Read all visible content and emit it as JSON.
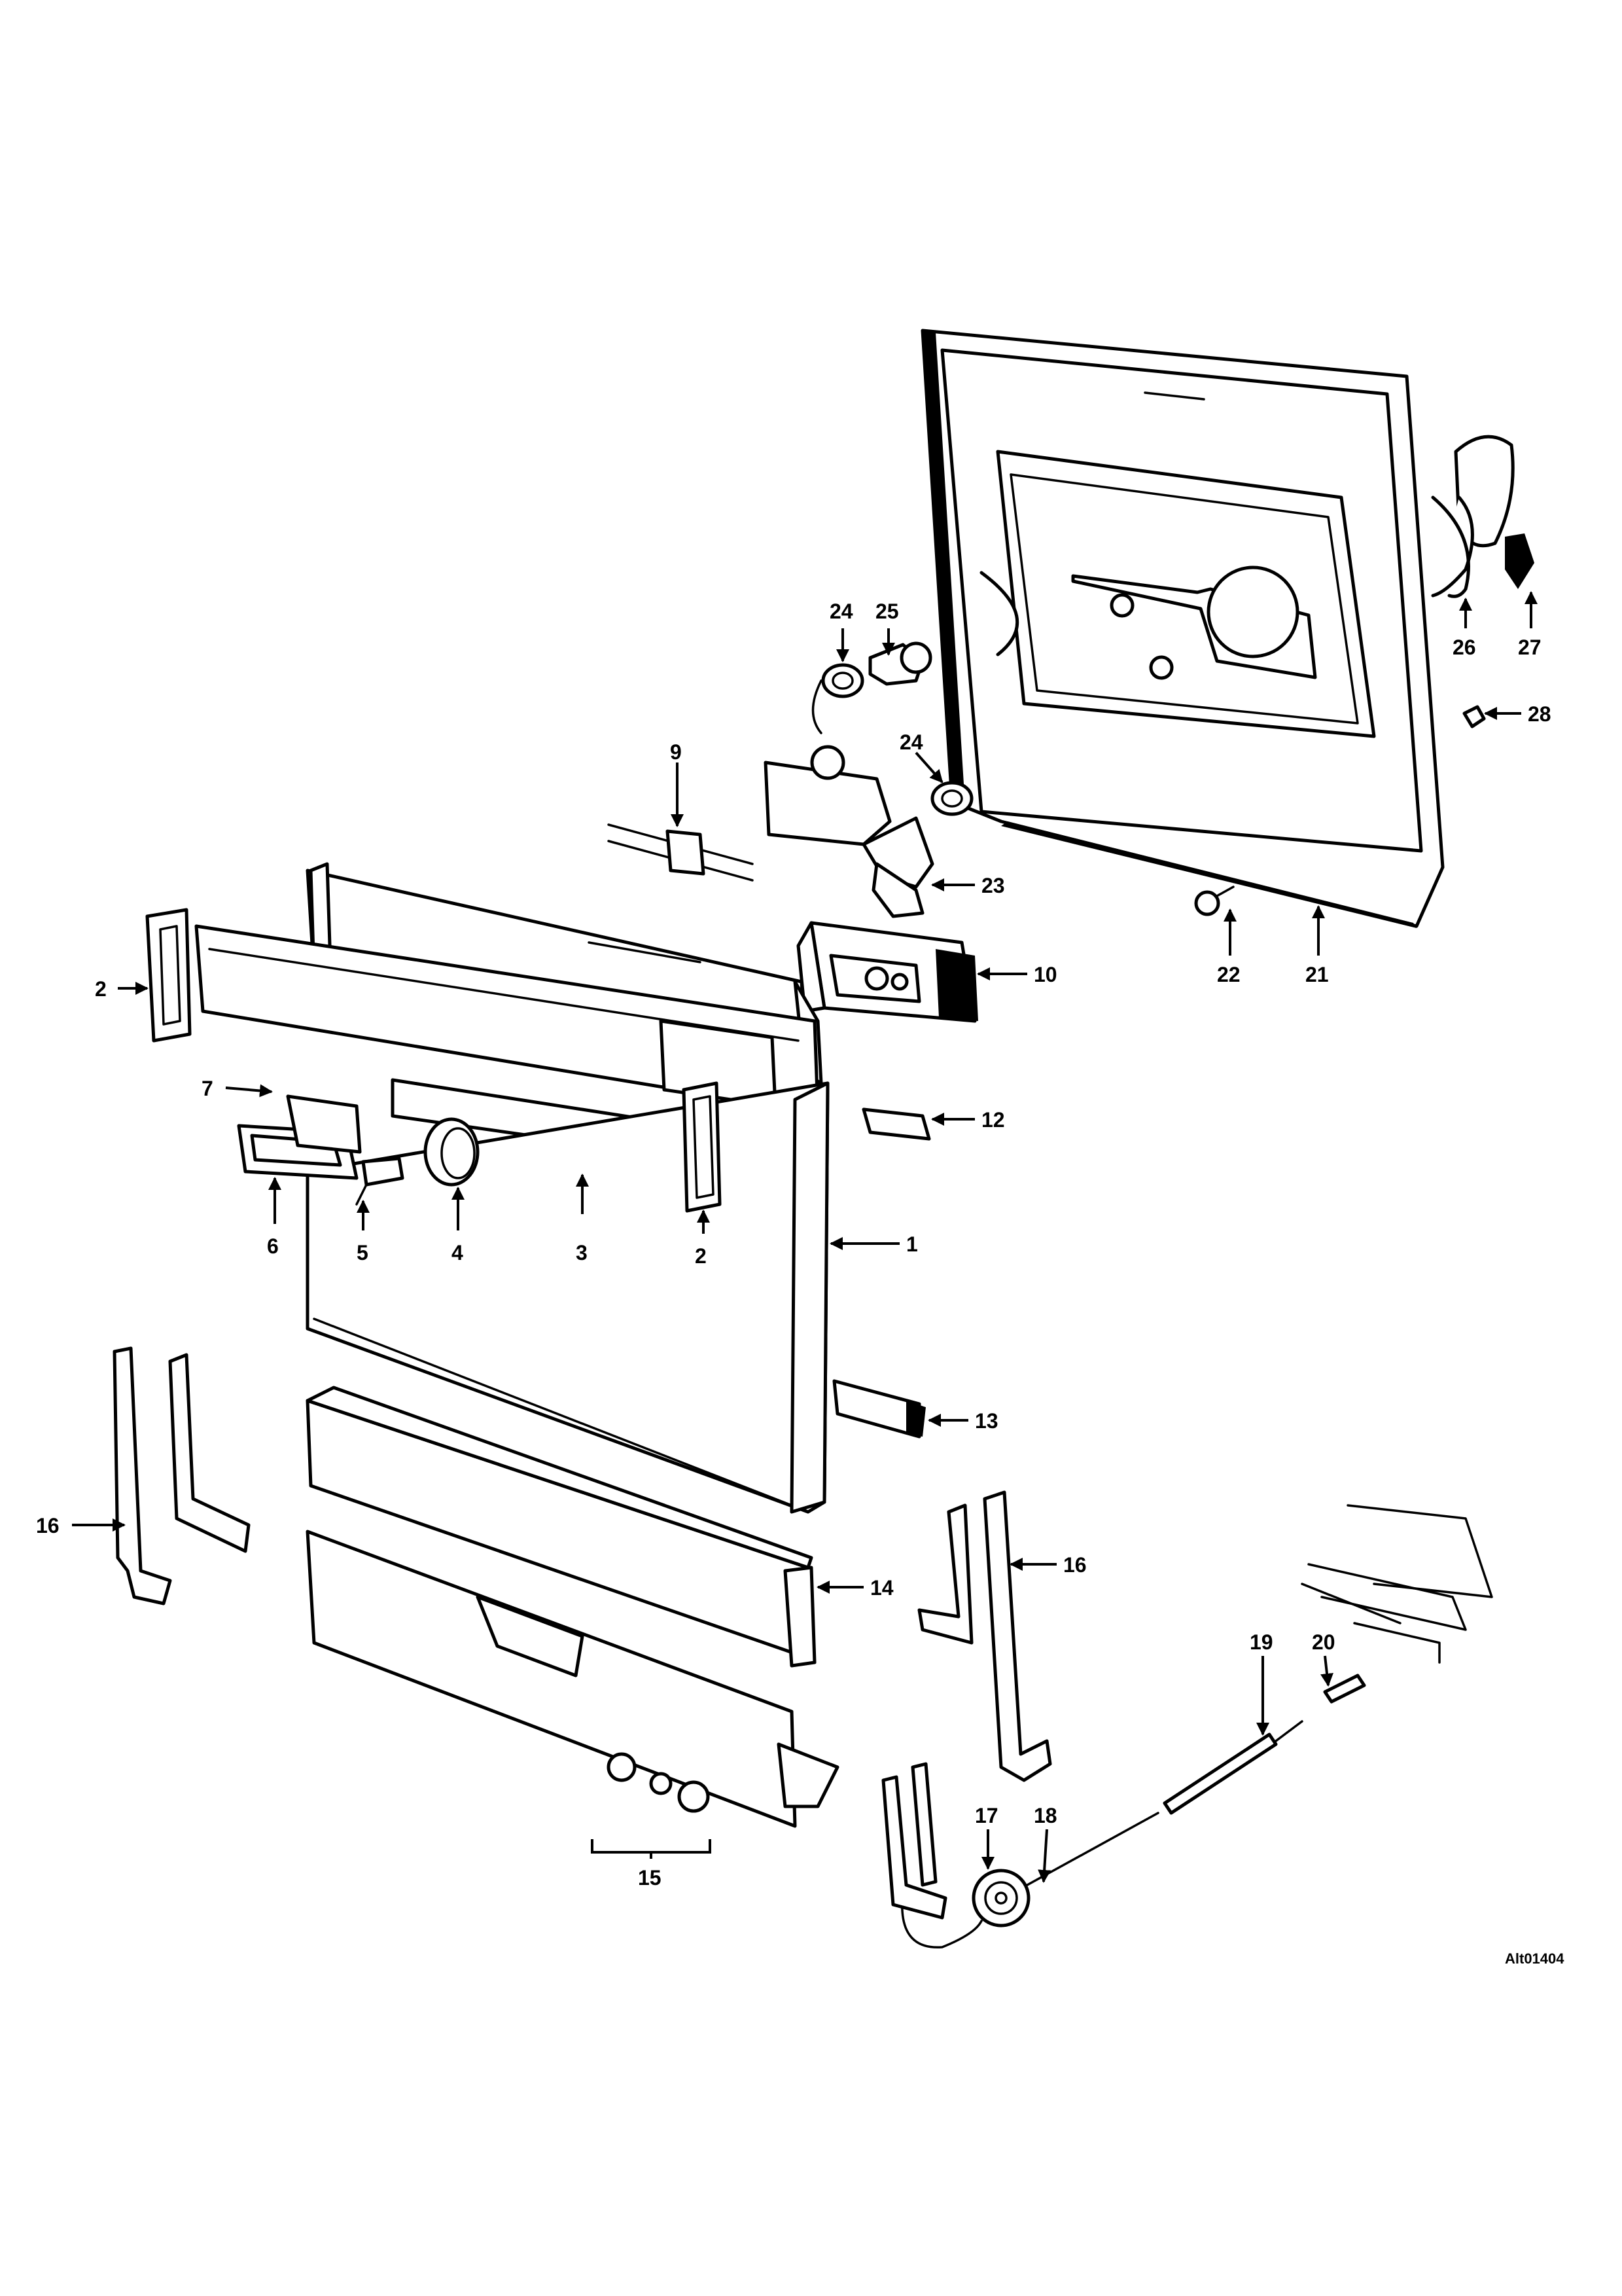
{
  "drawing_id": "Alt01404",
  "callouts": [
    "1",
    "2",
    "2",
    "3",
    "4",
    "5",
    "6",
    "7",
    "9",
    "10",
    "12",
    "13",
    "14",
    "15",
    "16",
    "16",
    "17",
    "18",
    "19",
    "20",
    "21",
    "22",
    "23",
    "24",
    "24",
    "25",
    "26",
    "27",
    "28"
  ]
}
